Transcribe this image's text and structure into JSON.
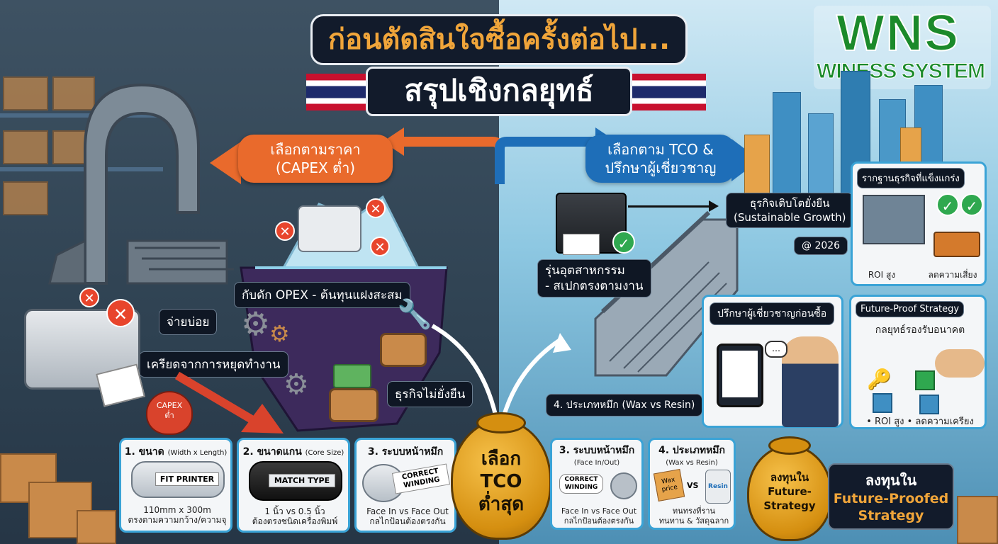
{
  "header": {
    "title": "ก่อนตัดสินใจซื้อครั้งต่อไป...",
    "subtitle": "สรุปเชิงกลยุทธ์"
  },
  "logo": {
    "brand": "WNS",
    "tagline": "WINESS SYSTEM"
  },
  "left_path": {
    "choice_label": "เลือกตามราคา\n(CAPEX ต่ำ)",
    "trap_label": "กับดัก OPEX - ต้นทุนแฝงสะสม",
    "frequent_label": "จ่ายบ่อย",
    "downtime_label": "เครียดจากการหยุดทำงาน",
    "unsustainable_label": "ธุรกิจไม่ยั่งยืน",
    "capex_bag": "CAPEX\nต่ำ"
  },
  "right_path": {
    "choice_label": "เลือกตาม TCO &\nปรึกษาผู้เชี่ยวชาญ",
    "growth_label": "ธุรกิจเติบโตยั่งยืน\n(Sustainable Growth)",
    "year_label": "@ 2026",
    "industrial_label": "รุ่นอุตสาหกรรม\n- สเปกตรงตามงาน",
    "ink_label": "4. ประเภทหมึก (Wax vs Resin)"
  },
  "center_bag": {
    "text": "เลือก\nTCO\nต่ำสุด"
  },
  "left_cards": [
    {
      "title": "1. ขนาด",
      "title_en": "(Width x Length)",
      "image_text": "FIT PRINTER",
      "desc": "110mm x 300m\nตรงตามความกว้าง/ความจุ"
    },
    {
      "title": "2. ขนาดแกน",
      "title_en": "(Core Size)",
      "image_text": "MATCH TYPE",
      "desc": "1 นิ้ว vs 0.5 นิ้ว\nต้องตรงชนิดเครื่องพิมพ์"
    },
    {
      "title": "3. ระบบหน้าหมึก",
      "title_en": "",
      "image_text": "CORRECT\nWINDING",
      "desc": "Face In vs Face Out\nกลไกป้อนต้องตรงกัน"
    }
  ],
  "right_cards": [
    {
      "title": "3. ระบบหน้าหมึก",
      "title_en": "(Face In/Out)",
      "image_text": "CORRECT\nWINDING",
      "desc": "Face In vs Face Out\nกลไกป้อนต้องตรงกัน"
    },
    {
      "title": "4. ประเภทหมึก",
      "title_en": "(Wax vs Resin)",
      "image_text_a": "Wax\nprice",
      "image_text_vs": "VS",
      "image_text_b": "Resin",
      "desc": "ทนทรงที่ราน\nทนทาน & วัสดุฉลาก"
    }
  ],
  "panels": {
    "foundation": {
      "title": "รากฐานธุรกิจที่แข็งแกร่ง",
      "left_caption": "ROI สูง",
      "right_caption": "ลดความเสี่ยง"
    },
    "consult": {
      "title": "ปรึกษาผู้เชี่ยวชาญก่อนซื้อ"
    },
    "future": {
      "title": "Future-Proof Strategy",
      "subtitle": "กลยุทธ์รองรับอนาคต",
      "captions": "• ROI สูง  • ลดความเครียง"
    }
  },
  "invest": {
    "bag_text": "ลงทุนใน\nFuture-\nStrategy",
    "box_line1": "ลงทุนใน",
    "box_line2": "Future-Proofed\nStrategy"
  },
  "colors": {
    "orange": "#e96a2c",
    "blue": "#1e6eb8",
    "gold": "#f0a53a",
    "navy": "#121b2b",
    "green": "#1b8a2a"
  }
}
